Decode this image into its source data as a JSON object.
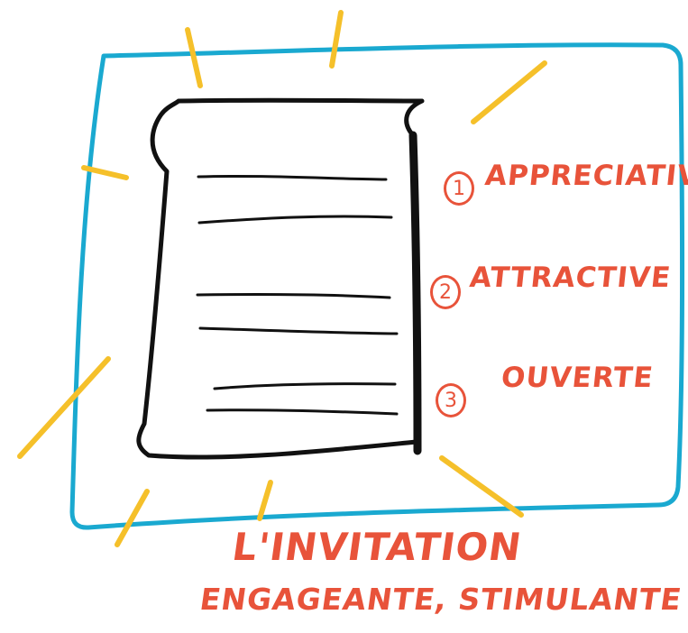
{
  "colors": {
    "frame": "#1aa9d0",
    "rays": "#f5c02a",
    "text": "#e8533a",
    "ink": "#111111"
  },
  "icons": [
    "document-icon",
    "light-rays"
  ],
  "list": [
    {
      "number": "1",
      "label": "APPRECIATIVE"
    },
    {
      "number": "2",
      "label": "ATTRACTIVE"
    },
    {
      "number": "3",
      "label": "OUVERTE"
    }
  ],
  "caption": {
    "line1": "L'INVITATION",
    "line2": "ENGAGEANTE, STIMULANTE"
  }
}
